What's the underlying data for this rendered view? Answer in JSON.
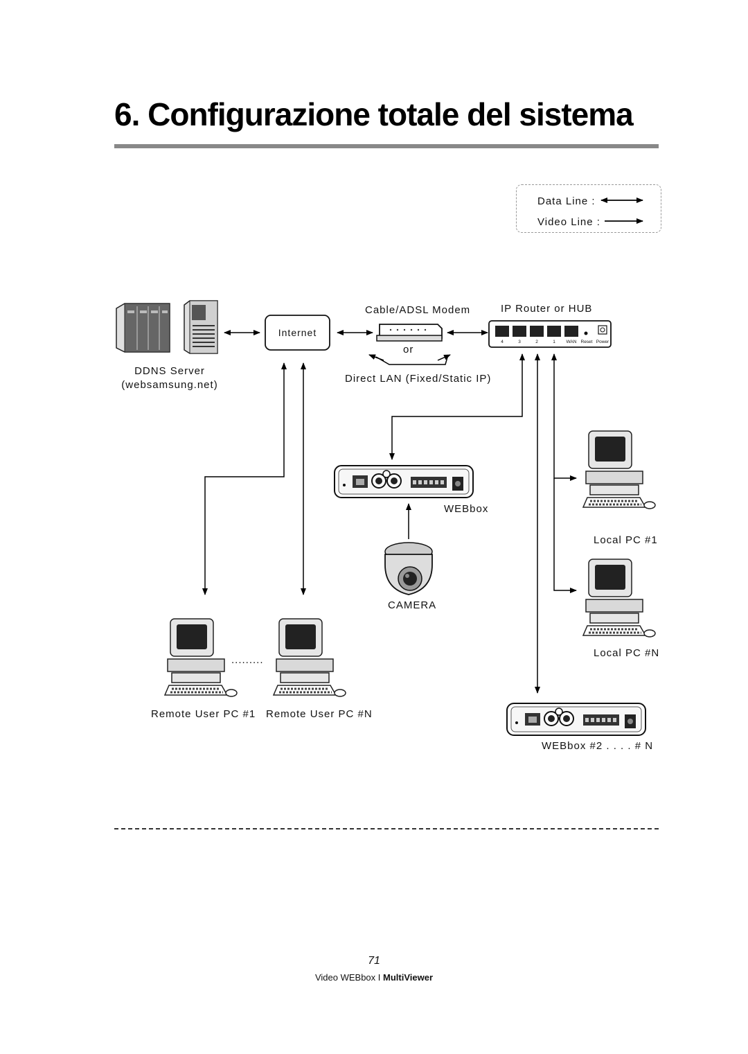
{
  "title": "6. Configurazione totale del sistema",
  "legend": {
    "data_line": "Data Line :",
    "video_line": "Video Line :"
  },
  "labels": {
    "ddns_server": "DDNS Server",
    "ddns_url": "(websamsung.net)",
    "internet": "Internet",
    "modem": "Cable/ADSL Modem",
    "or": "or",
    "direct_lan": "Direct LAN (Fixed/Static IP)",
    "router": "IP Router or HUB",
    "webbox": "WEBbox",
    "camera": "CAMERA",
    "local_pc_1": "Local PC #1",
    "local_pc_n": "Local PC #N",
    "remote_pc_1": "Remote User PC #1",
    "remote_pc_n": "Remote User PC #N",
    "dots": ".........",
    "webbox_2": "WEBbox #2 . . . . # N"
  },
  "router_ports": [
    "4",
    "3",
    "2",
    "1",
    "WAN",
    "Reset",
    "Power"
  ],
  "page_number": "71",
  "footer": {
    "product": "Video WEBbox",
    "separator": "I",
    "app": "MultiViewer"
  }
}
